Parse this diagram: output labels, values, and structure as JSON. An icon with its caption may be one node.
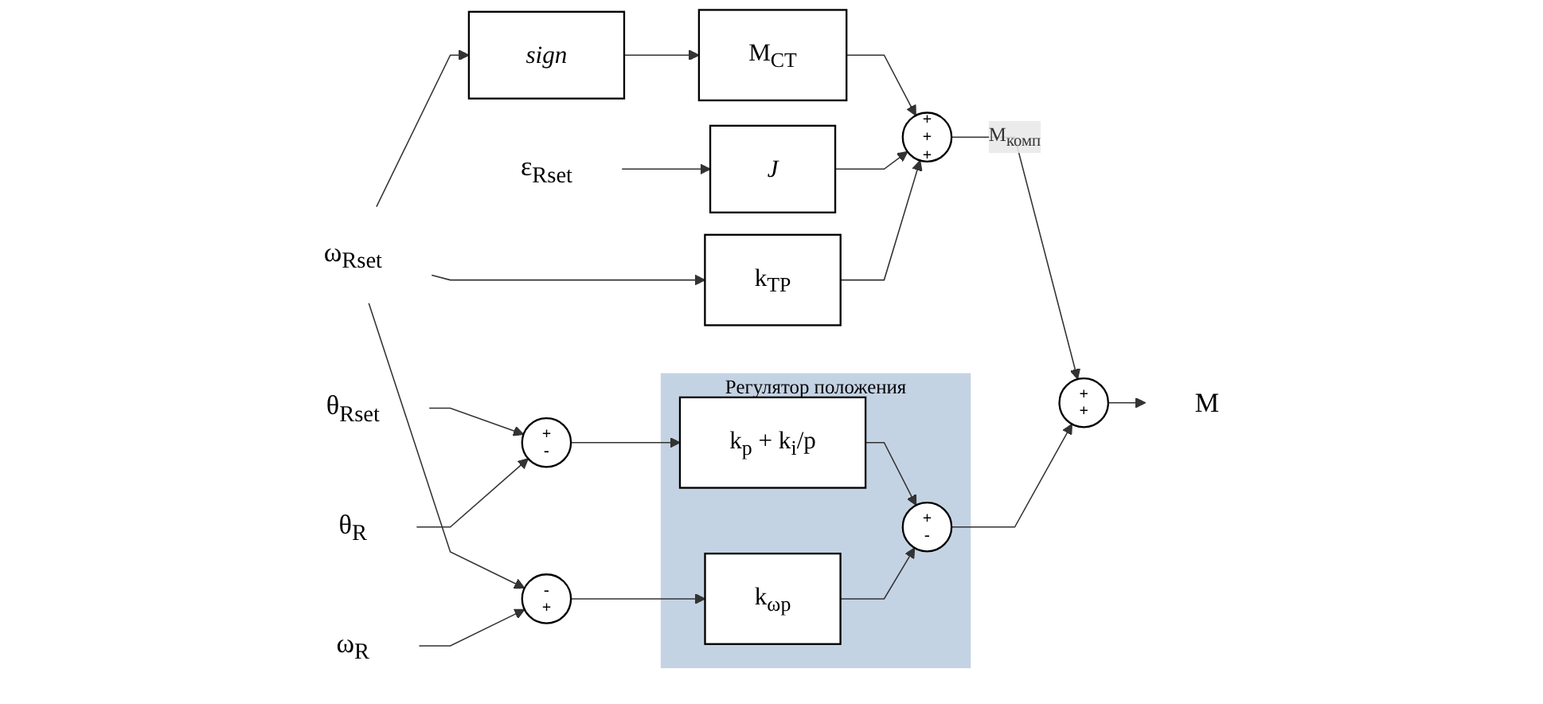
{
  "diagram": {
    "nodes": [
      {
        "text": [
          "ε$_{Rset}$"
        ]
      },
      {
        "text": [
          "ω$_{Rset}$"
        ]
      },
      {
        "text": [
          "θ$_{Rset}$"
        ]
      },
      {
        "text": [
          "sign"
        ]
      },
      {
        "text": [
          "М$_{СТ}$"
        ]
      },
      {
        "text": [
          "J"
        ]
      },
      {
        "text": [
          "k$_{ТР}$"
        ]
      },
      {
        "text": [
          "+",
          "+",
          "+"
        ]
      },
      {
        "text": [
          "+",
          "-"
        ]
      },
      {
        "text": [
          "θ$_{R}$"
        ]
      },
      {
        "text": [
          "-",
          "+"
        ]
      },
      {
        "text": [
          "ω$_{R}$"
        ]
      },
      {
        "text": [
          "Регулятор положения"
        ]
      },
      {
        "text": [
          "k$_{p}$ + k$_{i}$/p"
        ],
        "in": 12
      },
      {
        "text": [
          "+",
          "-"
        ],
        "in": 12
      },
      {
        "text": [
          "k$_{ωp}$"
        ],
        "in": 12
      },
      {
        "text": [
          "+",
          "+"
        ]
      },
      {
        "text": [
          "М"
        ]
      }
    ],
    "edges": [
      {
        "from": 1,
        "to": 3,
        "arrow": "to"
      },
      {
        "from": 0,
        "to": 5,
        "arrow": "to"
      },
      {
        "from": 1,
        "to": 6,
        "arrow": "to"
      },
      {
        "from": 2,
        "to": 8,
        "arrow": "to"
      },
      {
        "from": 1,
        "to": 10,
        "arrow": "to"
      },
      {
        "from": 3,
        "to": 4,
        "arrow": "to"
      },
      {
        "from": 4,
        "to": 7,
        "arrow": "to"
      },
      {
        "from": 5,
        "to": 7,
        "arrow": "to"
      },
      {
        "from": 6,
        "to": 7,
        "arrow": "to"
      },
      {
        "from": 7,
        "to": 16,
        "arrow": "to",
        "label": "М$_{комп}$"
      },
      {
        "from": 9,
        "to": 8,
        "arrow": "to"
      },
      {
        "from": 11,
        "to": 10,
        "arrow": "to"
      },
      {
        "from": 8,
        "to": 13,
        "arrow": "to"
      },
      {
        "from": 13,
        "to": 14,
        "arrow": "to"
      },
      {
        "from": 10,
        "to": 15,
        "arrow": "to"
      },
      {
        "from": 15,
        "to": 14,
        "arrow": "to"
      },
      {
        "from": 14,
        "to": 16,
        "arrow": "to"
      },
      {
        "from": 16,
        "to": 17,
        "arrow": "to"
      }
    ]
  }
}
